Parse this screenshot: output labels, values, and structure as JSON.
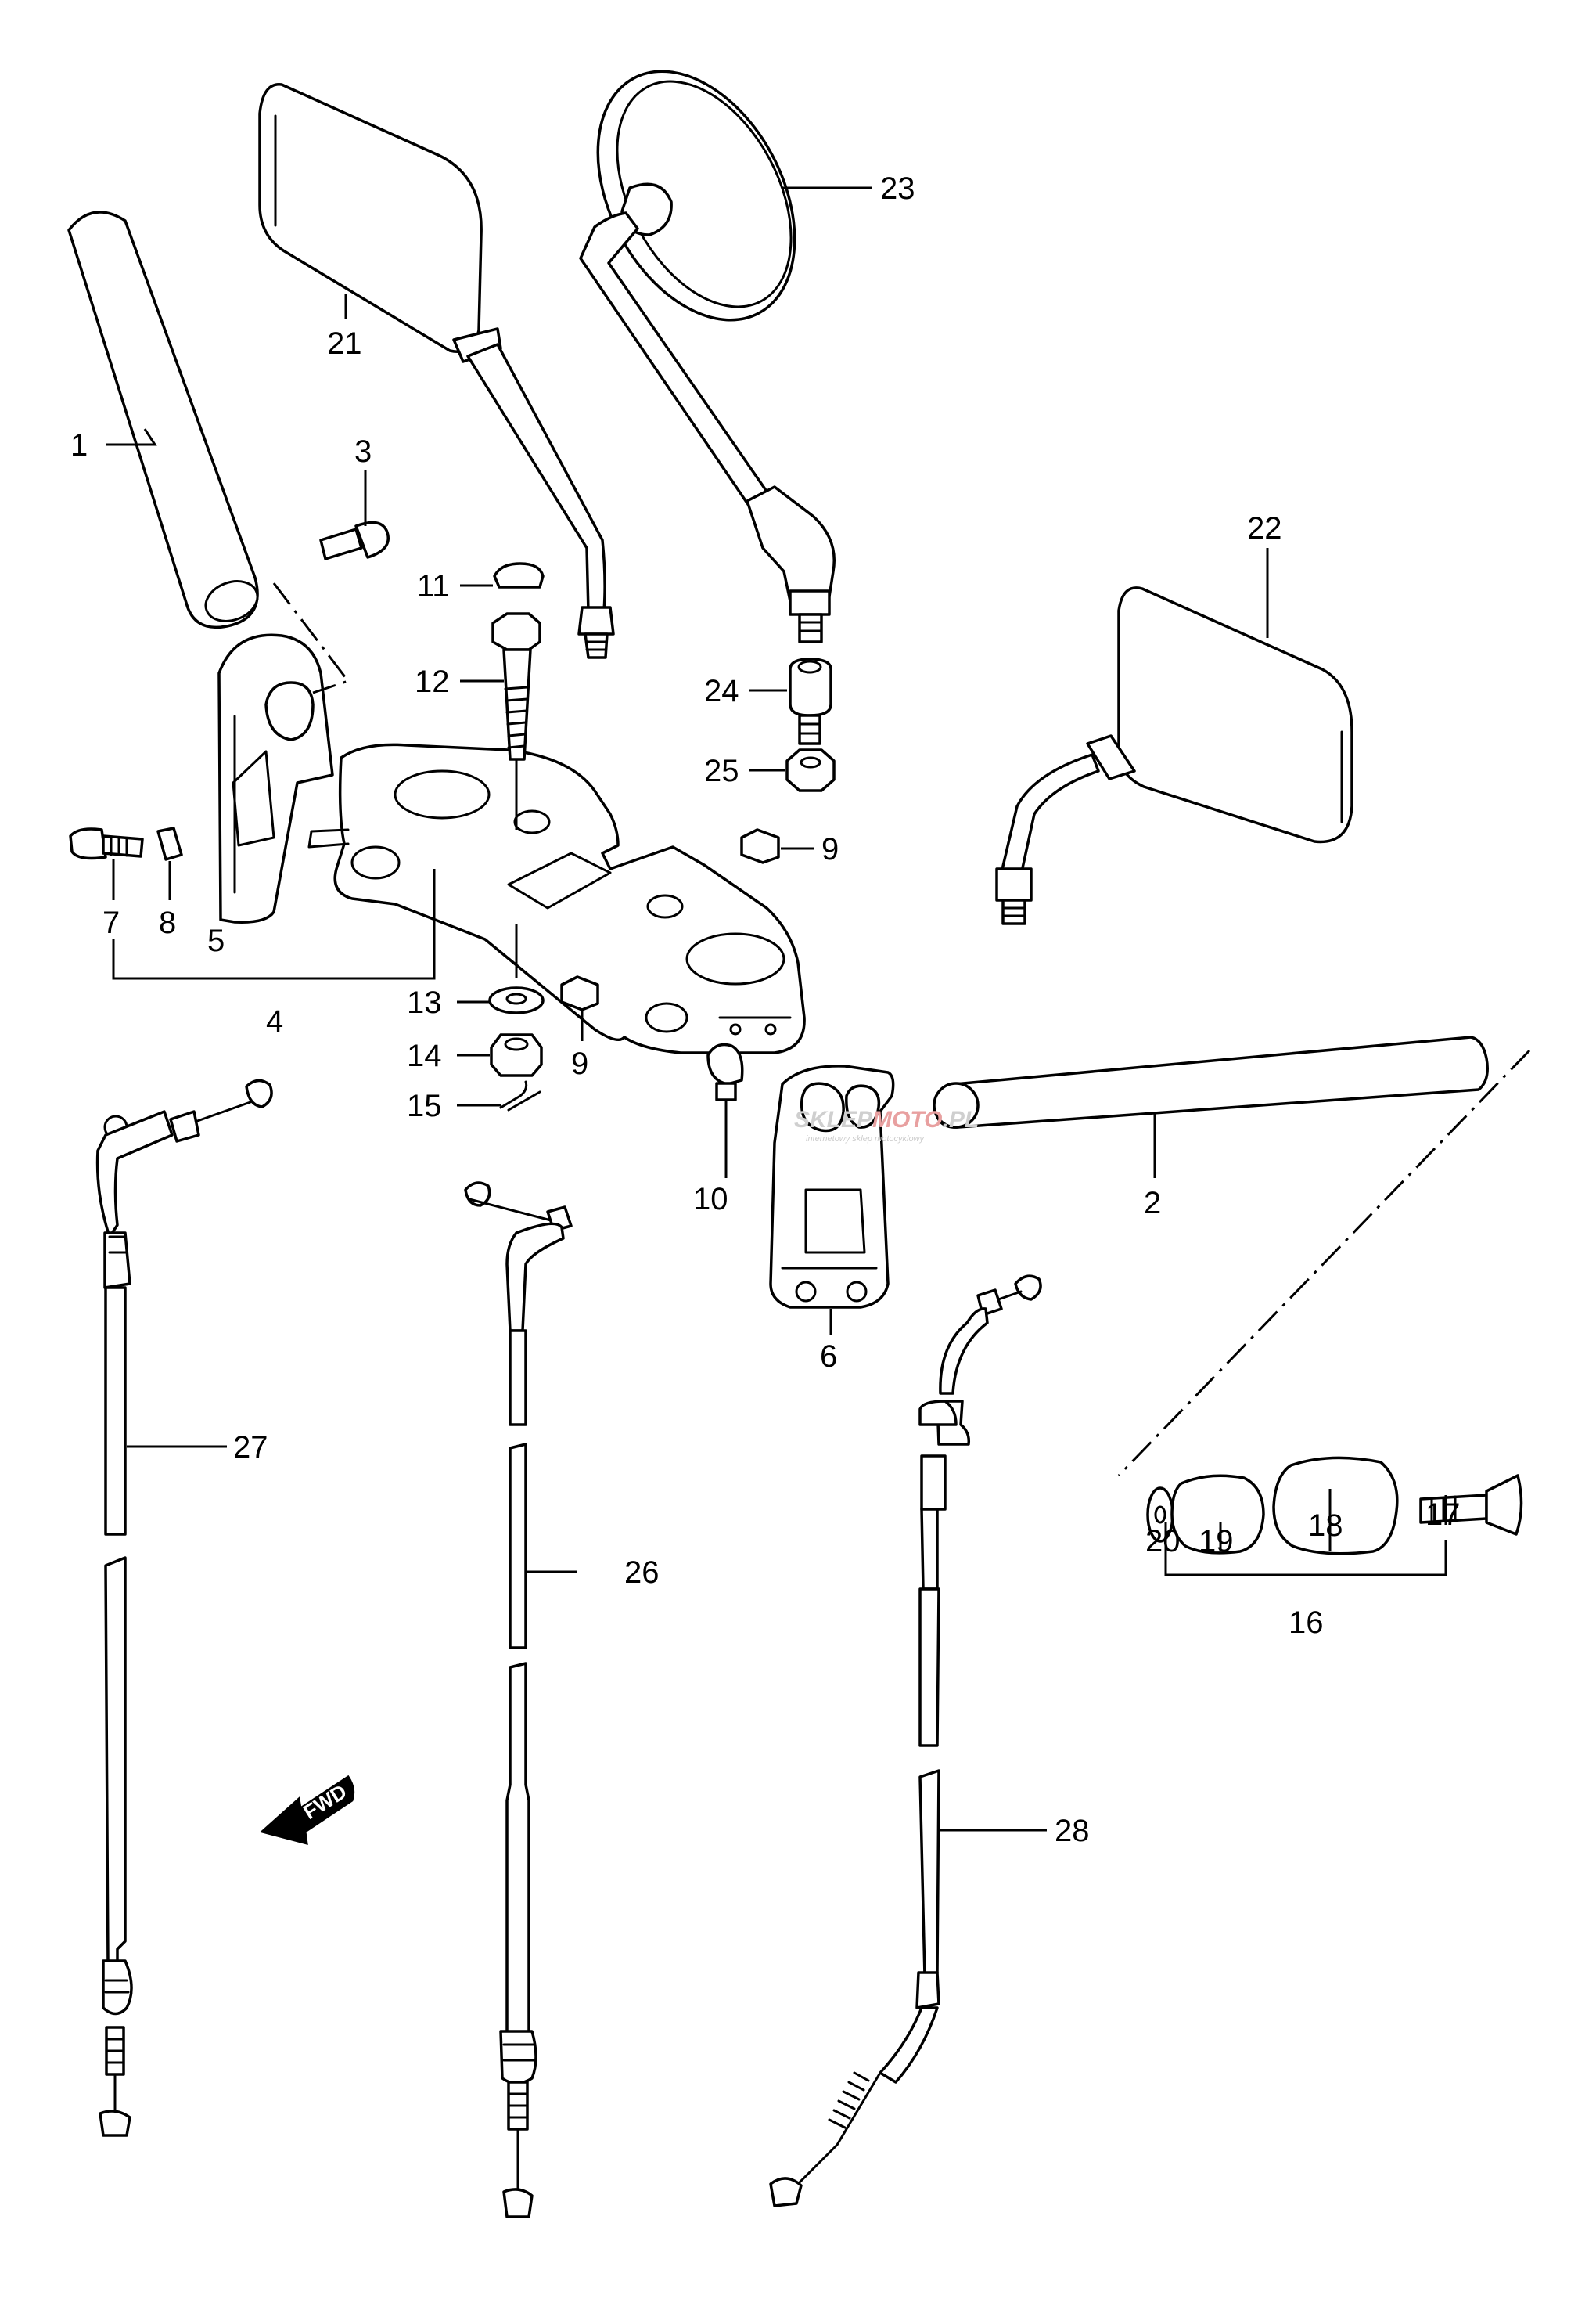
{
  "diagram": {
    "callouts": [
      "1",
      "2",
      "3",
      "4",
      "5",
      "6",
      "7",
      "8",
      "9",
      "9",
      "10",
      "11",
      "12",
      "13",
      "14",
      "15",
      "16",
      "17",
      "18",
      "19",
      "20",
      "21",
      "22",
      "23",
      "24",
      "25",
      "26",
      "27",
      "28"
    ],
    "direction_marker": "FWD",
    "watermark": {
      "prefix": "SKLEP",
      "accent": "MOTO",
      "suffix": ".PL",
      "subtitle": "internetowy sklep motocyklowy",
      "accent_color": "#e8a0a0"
    }
  }
}
